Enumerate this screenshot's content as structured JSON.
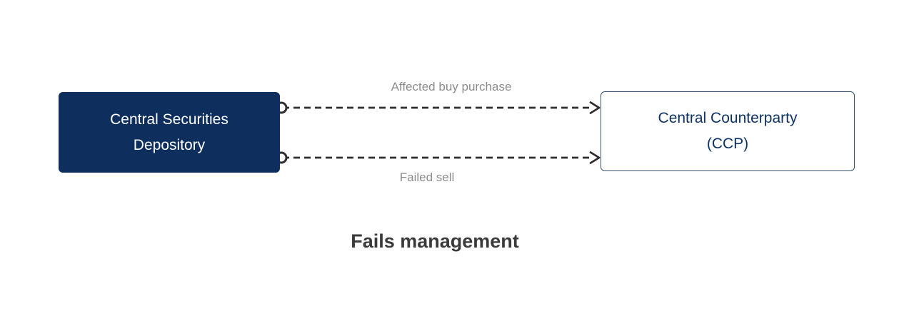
{
  "diagram": {
    "title": "Fails management",
    "nodes": {
      "csd": {
        "name": "Central Securities Depository",
        "lines": [
          "Central Securities",
          "Depository"
        ]
      },
      "ccp": {
        "name": "Central Counterparty (CCP)",
        "lines": [
          "Central Counterparty",
          "(CCP)"
        ]
      }
    },
    "edges": {
      "top": {
        "label": "Affected buy purchase",
        "from": "csd",
        "to": "ccp",
        "style": "dashed-arrow"
      },
      "bottom": {
        "label": "Failed sell",
        "from": "csd",
        "to": "ccp",
        "style": "dashed-arrow"
      }
    },
    "colors": {
      "background": "#ffffff",
      "node_fill": "#0e2f5e",
      "node_text": "#ffffff",
      "ccp_border": "#33516f",
      "ccp_text": "#0e3263",
      "arrow": "#2e2e2e",
      "port_fill": "#ffffff",
      "edge_label": "#8c8c8c",
      "title": "#3a3a3a"
    }
  }
}
